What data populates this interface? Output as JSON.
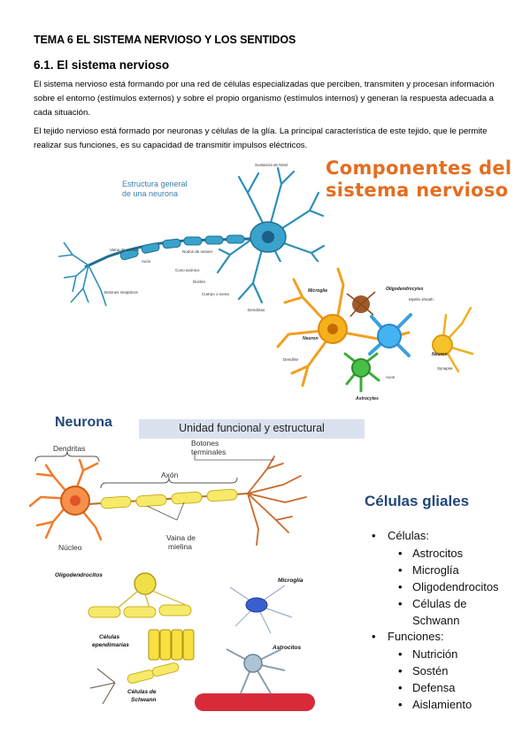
{
  "document": {
    "title": "TEMA 6 EL SISTEMA NERVIOSO Y LOS SENTIDOS",
    "section_heading": "6.1. El sistema nervioso",
    "paragraphs": [
      "El sistema nervioso está formando por una red de células especializadas que perciben, transmiten y procesan información sobre el entorno (estímulos externos) y sobre el propio organismo (estímulos internos) y generan la respuesta adecuada a cada situación.",
      "El tejido nervioso está formado por neuronas y células de la glía. La principal característica de este tejido, que le permite realizar sus funciones, es su capacidad de transmitir impulsos eléctricos."
    ]
  },
  "figure_neuron_structure": {
    "caption": "Estructura general de una neurona",
    "labels": {
      "nissl": "Sustancia de Nissl",
      "myelin": "Vaina de mielina",
      "ranvier": "Nodos de ranvier",
      "axon": "Axón",
      "axon_cone": "Cono axónico",
      "nucleus": "Núcleo",
      "soma": "Cuerpo o soma",
      "dendrites": "Dendritas",
      "buttons": "Botones sinápticos"
    }
  },
  "figure_components": {
    "title_line1": "Componentes del",
    "title_line2": "sistema nervioso",
    "labels": {
      "microglia": "Microglía",
      "oligo": "Oligodendrocytes",
      "myelin_sheath": "Myelin sheath",
      "neuron_left": "Neuron",
      "neuron_right": "Neuron",
      "dendrite": "Dendrite",
      "axon": "Axon",
      "synapse": "Synapse",
      "astrocytes": "Astrocytes"
    }
  },
  "figure_neurona": {
    "title": "Neurona",
    "banner": "Unidad funcional y estructural",
    "labels": {
      "dendritas": "Dendritas",
      "botones_1": "Botones",
      "botones_2": "terminales",
      "axon": "Axón",
      "nucleo": "Núcleo",
      "vaina_1": "Vaina de",
      "vaina_2": "mielina"
    }
  },
  "figure_glia_cells": {
    "labels": {
      "oligodendrocitos": "Oligodendrocitos",
      "microglia": "Microglía",
      "ependimarias_1": "Células",
      "ependimarias_2": "ependimarias",
      "astrocitos": "Astrocitos",
      "schwann_1": "Células de",
      "schwann_2": "Schwann"
    }
  },
  "glial_panel": {
    "title": "Células gliales",
    "cells_heading": "Células:",
    "cells": [
      "Astrocitos",
      "Microglía",
      "Oligodendrocitos",
      "Células de",
      "Schwann"
    ],
    "functions_heading": "Funciones:",
    "functions": [
      "Nutrición",
      "Sostén",
      "Defensa",
      "Aislamiento"
    ]
  },
  "colors": {
    "neuron_blue": "#2d8fb7",
    "components_title": "#e46d1f",
    "neurona_title": "#24477a",
    "banner_bg": "#dbe2ef",
    "neuron_orange": "#f07d2e",
    "myelin_yellow": "#f3e24a"
  }
}
